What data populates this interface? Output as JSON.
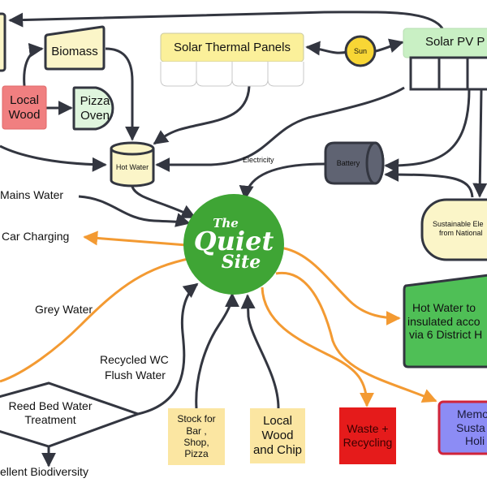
{
  "diagram": {
    "title": "The Quiet Site",
    "hub": {
      "line1": "The",
      "line2": "Quiet",
      "line3": "Site",
      "color": "#3fa535"
    },
    "nodes": {
      "biomass": {
        "label": "Biomass",
        "fill": "#fbf5c8"
      },
      "local_wood": {
        "label_line1": "Local",
        "label_line2": "Wood",
        "fill": "#f07f80"
      },
      "pizza_oven": {
        "label_line1": "Pizza",
        "label_line2": "Oven",
        "fill": "#dff5dd"
      },
      "solar_thermal": {
        "label": "Solar Thermal Panels",
        "fill": "#fbf09a"
      },
      "sun": {
        "label": "Sun",
        "fill": "#f8d635"
      },
      "solar_pv": {
        "label": "Solar PV P",
        "fill": "#c9f0c4"
      },
      "hot_water": {
        "label": "Hot Water",
        "fill": "#fbf5c8"
      },
      "battery": {
        "label": "Battery",
        "fill": "#5f6372"
      },
      "sustainable_elec": {
        "label_line1": "Sustainable Ele",
        "label_line2": "from National",
        "fill": "#fbf5c8"
      },
      "hot_water_dist": {
        "label_line1": "Hot Water to",
        "label_line2": "insulated acco",
        "label_line3": "via 6 District H",
        "fill": "#4fbf56"
      },
      "reed_bed": {
        "label_line1": "Reed Bed Water",
        "label_line2": "Treatment"
      },
      "stock": {
        "label_line1": "Stock for",
        "label_line2": "Bar ,",
        "label_line3": "Shop,",
        "label_line4": "Pizza",
        "fill": "#fbe6a2"
      },
      "local_wood_chip": {
        "label_line1": "Local",
        "label_line2": "Wood",
        "label_line3": "and Chip",
        "fill": "#fbe6a2"
      },
      "waste": {
        "label_line1": "Waste +",
        "label_line2": "Recycling",
        "fill": "#e51b1b"
      },
      "memorable": {
        "label_line1": "Memo",
        "label_line2": "Susta",
        "label_line3": "Holi",
        "fill": "#8c8cf5",
        "border": "#d0243a"
      }
    },
    "labels": {
      "mains_water": "Mains Water",
      "car_charging": "Car Charging",
      "grey_water": "Grey Water",
      "recycled_wc_1": "Recycled WC",
      "recycled_wc_2": "Flush Water",
      "electricity": "Electricity",
      "biodiversity": "ellent Biodiversity"
    },
    "colors": {
      "dark_arrow": "#333640",
      "orange_arrow": "#f39a32"
    }
  }
}
